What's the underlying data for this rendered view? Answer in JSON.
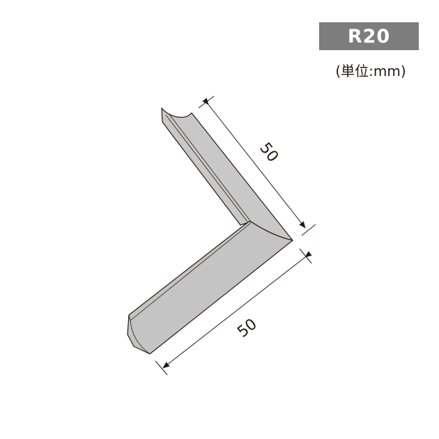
{
  "badge": {
    "label": "R20"
  },
  "unit": "(単位:mm)",
  "dimensions": {
    "vertical_arm": "50",
    "horizontal_arm": "50"
  }
}
